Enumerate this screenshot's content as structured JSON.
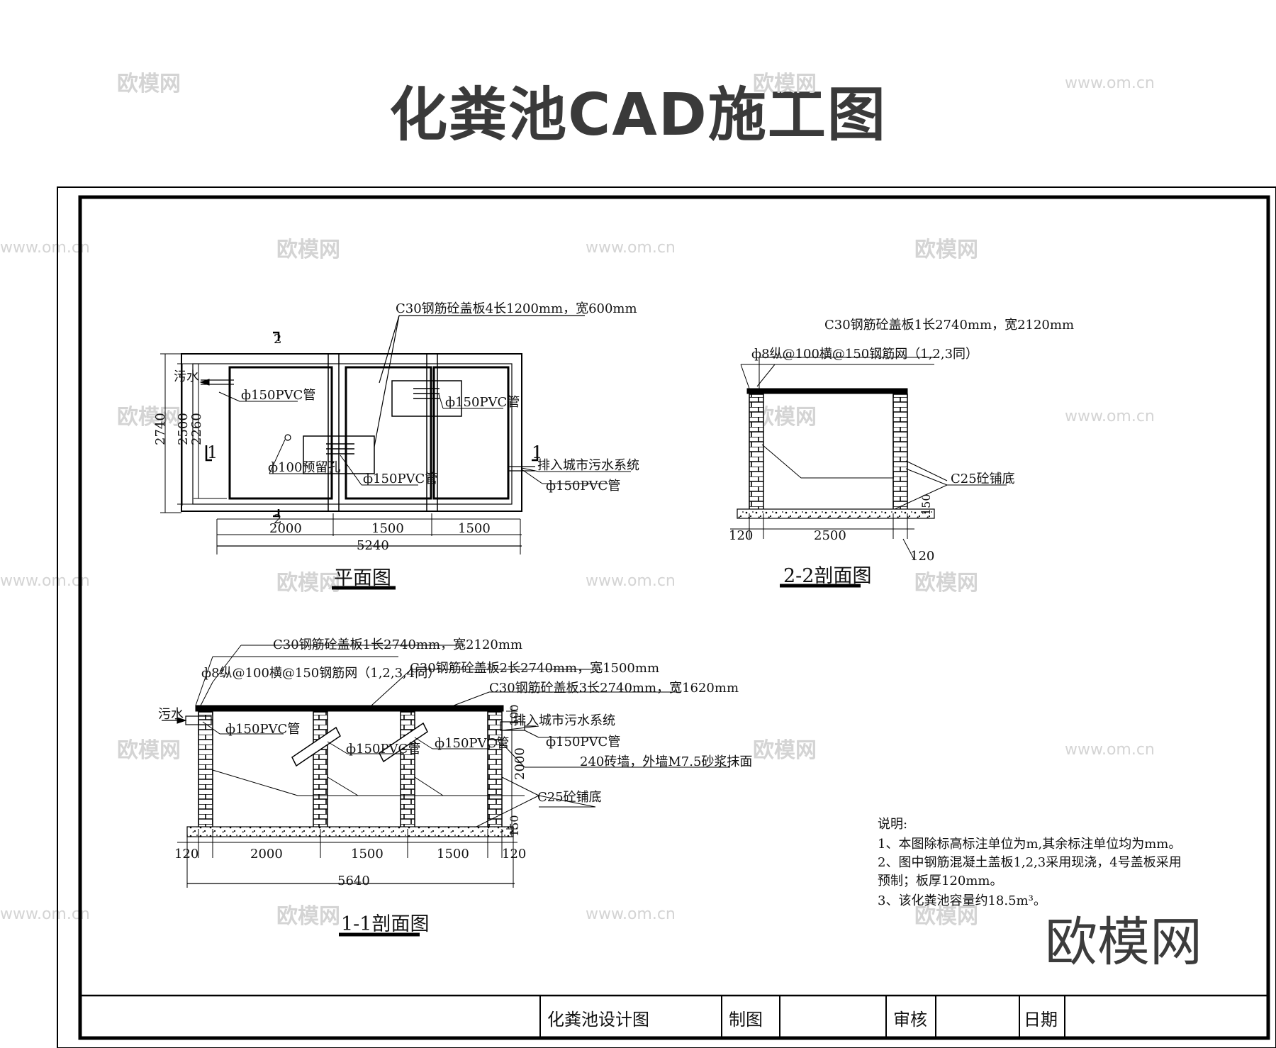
{
  "page_title": "化粪池CAD施工图",
  "watermarks": {
    "logo_text": "欧模网",
    "url_text": "www.om.cn"
  },
  "brand_logo": "欧模网",
  "plan_view": {
    "title": "平面图",
    "cover_label": "C30钢筋砼盖板4长1200mm，宽600mm",
    "inlet_label": "污水",
    "pipe_label_1": "ф150PVC管",
    "pipe_label_2": "ф150PVC管",
    "pipe_label_3": "ф150PVC管",
    "pipe_label_4": "ф150PVC管",
    "hole_label": "ф100预留孔",
    "outlet_label": "排入城市污水系统",
    "section_mark_1": "1",
    "section_mark_2": "2",
    "dim_2740": "2740",
    "dim_2500": "2500",
    "dim_2260": "2260",
    "dim_2000": "2000",
    "dim_1500a": "1500",
    "dim_1500b": "1500",
    "dim_5240": "5240"
  },
  "section_22": {
    "title": "2-2剖面图",
    "cover_label": "C30钢筋砼盖板1长2740mm，宽2120mm",
    "mesh_label": "ф8纵@100横@150钢筋网（1,2,3同）",
    "base_label": "C25砼铺底",
    "dim_120_left": "120",
    "dim_2500": "2500",
    "dim_120_right": "120",
    "dim_150": "150"
  },
  "section_11": {
    "title": "1-1剖面图",
    "cover1_label": "C30钢筋砼盖板1长2740mm，宽2120mm",
    "mesh_label": "ф8纵@100横@150钢筋网（1,2,3,4同）",
    "cover2_label": "C30钢筋砼盖板2长2740mm，宽1500mm",
    "cover3_label": "C30钢筋砼盖板3长2740mm，宽1620mm",
    "inlet_label": "污水",
    "pipe_label_1": "ф150PVC管",
    "pipe_label_2": "ф150PVC管",
    "pipe_label_3": "ф150PVC管",
    "pipe_label_4": "ф150PVC管",
    "outlet_label": "排入城市污水系统",
    "wall_label": "240砖墙，外墙M7.5砂浆抹面",
    "base_label": "C25砼铺底",
    "dim_120_left": "120",
    "dim_2000": "2000",
    "dim_1500a": "1500",
    "dim_1500b": "1500",
    "dim_120_right": "120",
    "dim_5640": "5640",
    "dim_height_2000": "2000",
    "dim_top_100": "100",
    "dim_bottom_150": "150"
  },
  "notes": {
    "heading": "说明:",
    "line1": "1、本图除标高标注单位为m,其余标注单位均为mm。",
    "line2": "2、图中钢筋混凝土盖板1,2,3采用现浇，4号盖板采用",
    "line3": "预制；板厚120mm。",
    "line4": "3、该化粪池容量约18.5m³。"
  },
  "title_block": {
    "drawing_name": "化粪池设计图",
    "drawn_label": "制图",
    "check_label": "审核",
    "date_label": "日期"
  }
}
